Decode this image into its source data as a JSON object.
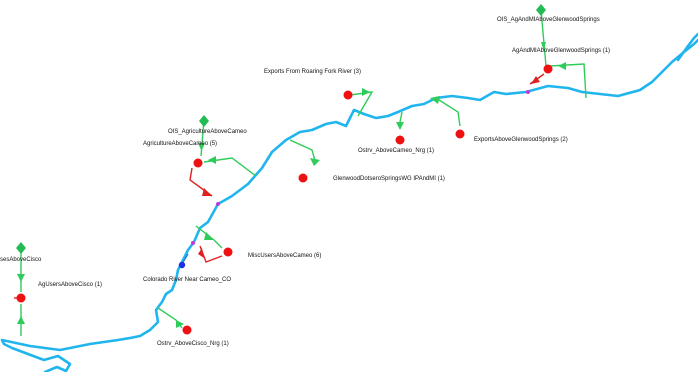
{
  "labels": {
    "ois_ag_glenwood": "OIS_AgAndMIAboveGlenwoodSprings",
    "ag_mi_glenwood": "AgAndMIAboveGlenwoodSprings (1)",
    "exports_roaring_fork": "Exports From Roaring Fork River (3)",
    "ois_ag_cameo": "OIS_AgricultureAboveCameo",
    "ag_cameo": "AgricultureAboveCameo (5)",
    "ostrv_cameo_nrg": "Ostrv_AboveCameo_Nrg (1)",
    "exports_glenwood": "ExportsAboveGlenwoodSprings (2)",
    "glenwood_dotsero": "GlenwoodDotseroSpringsWG IPAndMI (1)",
    "misc_users_cameo": "MiscUsersAboveCameo (6)",
    "colorado_river_cameo": "Colorado River Near Cameo_CO",
    "ses_cisco": "sesAboveCisco",
    "ag_users_cisco": "AgUsersAboveCisco (1)",
    "ostrv_cisco_nrg": "Ostrv_AboveCisco_Nrg (1)"
  },
  "colors": {
    "river": "#21b5ee",
    "demand_node": "#ee1111",
    "supply_node": "#22bb55",
    "gauge_node": "#1a2fe8",
    "diversion_link": "#e02020",
    "return_link": "#2ecc5a",
    "junction": "#c03ad8"
  }
}
